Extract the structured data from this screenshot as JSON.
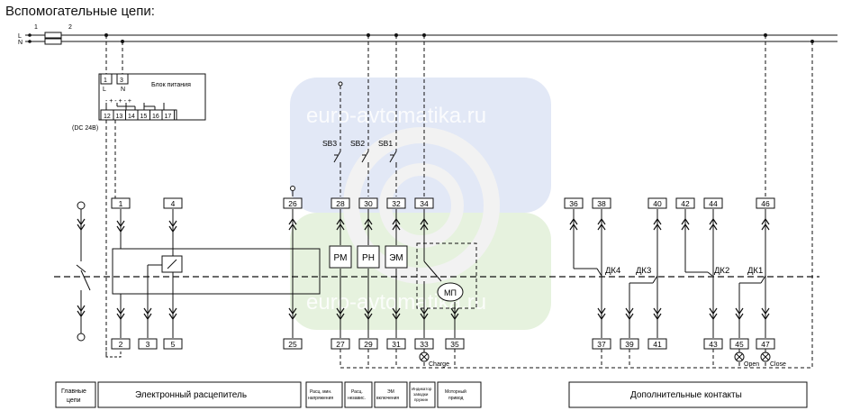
{
  "title": "Вспомогательные цепи:",
  "watermark": "euro-avtomatika.ru",
  "lines": {
    "L": "L",
    "N": "N",
    "fuse1": "1",
    "fuse2": "2"
  },
  "power_block": {
    "label": "Блок питания",
    "t1": "1",
    "t3": "3",
    "L": "L",
    "N": "N",
    "signs": "-  +  -  +  -  +",
    "outs": [
      "12",
      "13",
      "14",
      "15",
      "16",
      "17"
    ],
    "dc": "(DC 24B)"
  },
  "top_terminals": [
    "1",
    "4",
    "26",
    "28",
    "30",
    "32",
    "34",
    "36",
    "38",
    "40",
    "42",
    "44",
    "46"
  ],
  "bottom_terminals": [
    "2",
    "3",
    "5",
    "25",
    "27",
    "29",
    "31",
    "33",
    "35",
    "37",
    "39",
    "41",
    "43",
    "45",
    "47"
  ],
  "switches": [
    "SB3",
    "SB2",
    "SB1"
  ],
  "coils": [
    "РМ",
    "РН",
    "ЭМ"
  ],
  "motor": "МП",
  "aux_contacts": [
    "ДК4",
    "ДК3",
    "ДК2",
    "ДК1"
  ],
  "lamps": {
    "charge": "Charge",
    "open": "Open",
    "close": "Close"
  },
  "legend": {
    "main": [
      "Главные",
      "цепи"
    ],
    "trip": "Электронный расцепитель",
    "b1": [
      "Расц. мин.",
      "напряжения"
    ],
    "b2": [
      "Расц.",
      "независ."
    ],
    "b3": [
      "ЭМ",
      "включения"
    ],
    "b4": [
      "Индикатор",
      "заводки",
      "пружин"
    ],
    "b5": [
      "Моторный",
      "привод"
    ],
    "aux": "Дополнительные контакты"
  }
}
